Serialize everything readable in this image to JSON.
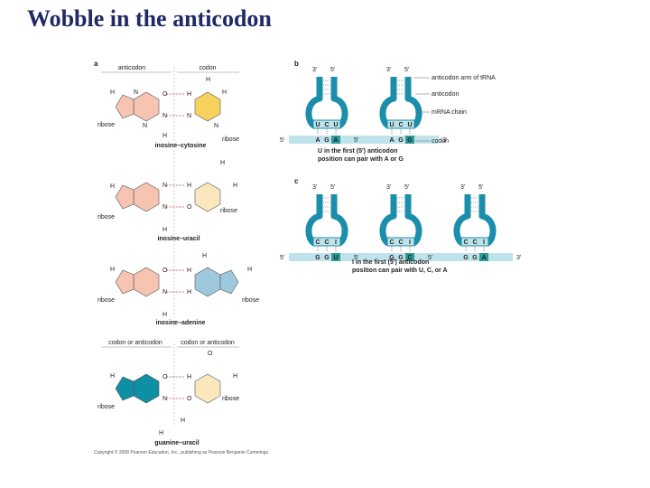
{
  "slide": {
    "title": "Wobble in the anticodon"
  },
  "panel_a": {
    "letter": "a",
    "col_left": "anticodon",
    "col_right": "codon",
    "col_left_2": "codon or anticodon",
    "col_right_2": "codon or anticodon",
    "pairs": [
      {
        "caption": "inosine–cytosine",
        "left_sugar": "ribose",
        "right_sugar": "ribose"
      },
      {
        "caption": "inosine–uracil",
        "left_sugar": "ribose",
        "right_sugar": "ribose"
      },
      {
        "caption": "inosine–adenine",
        "left_sugar": "ribose",
        "right_sugar": "ribose"
      },
      {
        "caption": "guanine–uracil",
        "left_sugar": "ribose",
        "right_sugar": "ribose"
      }
    ],
    "copyright": "Copyright © 2008 Pearson Education, Inc., publishing as Pearson Benjamin Cummings."
  },
  "panel_b": {
    "letter": "b",
    "callouts": [
      "anticodon arm of tRNA",
      "anticodon",
      "mRNA chain",
      "codon"
    ],
    "trnas": [
      {
        "end3": "3'",
        "end5": "5'",
        "anticodon": [
          "U",
          "C",
          "U"
        ],
        "mrna5": "5'",
        "codon": [
          "A",
          "G",
          "A"
        ],
        "mrna3": "3'"
      },
      {
        "end3": "3'",
        "end5": "5'",
        "anticodon": [
          "U",
          "C",
          "U"
        ],
        "mrna5": "5'",
        "codon": [
          "A",
          "G",
          "G"
        ],
        "mrna3": "3'"
      }
    ],
    "caption_line1": "U in the first (5') anticodon",
    "caption_line2": "position can pair with A or G"
  },
  "panel_c": {
    "letter": "c",
    "trnas": [
      {
        "end3": "3'",
        "end5": "5'",
        "anticodon": [
          "C",
          "C",
          "I"
        ],
        "mrna5": "5'",
        "codon": [
          "G",
          "G",
          "U"
        ],
        "mrna3": "3'"
      },
      {
        "end3": "3'",
        "end5": "5'",
        "anticodon": [
          "C",
          "C",
          "I"
        ],
        "mrna5": "5'",
        "codon": [
          "G",
          "G",
          "C"
        ],
        "mrna3": "3'"
      },
      {
        "end3": "3'",
        "end5": "5'",
        "anticodon": [
          "C",
          "C",
          "I"
        ],
        "mrna5": "5'",
        "codon": [
          "G",
          "G",
          "A"
        ],
        "mrna3": "3'"
      }
    ],
    "caption_line1": "I in the first (5') anticodon",
    "caption_line2": "position can pair with U, C, or A"
  },
  "colors": {
    "title": "#1f2a66",
    "inosine": "#f6c4b0",
    "guanine": "#0f8fa4",
    "cytosine": "#f7d35e",
    "uracil": "#fbe7bd",
    "adenine": "#9ec8de",
    "trna": "#1a8eaa",
    "mrna": "#bfe3ea",
    "highlight": "#2a9c96"
  }
}
